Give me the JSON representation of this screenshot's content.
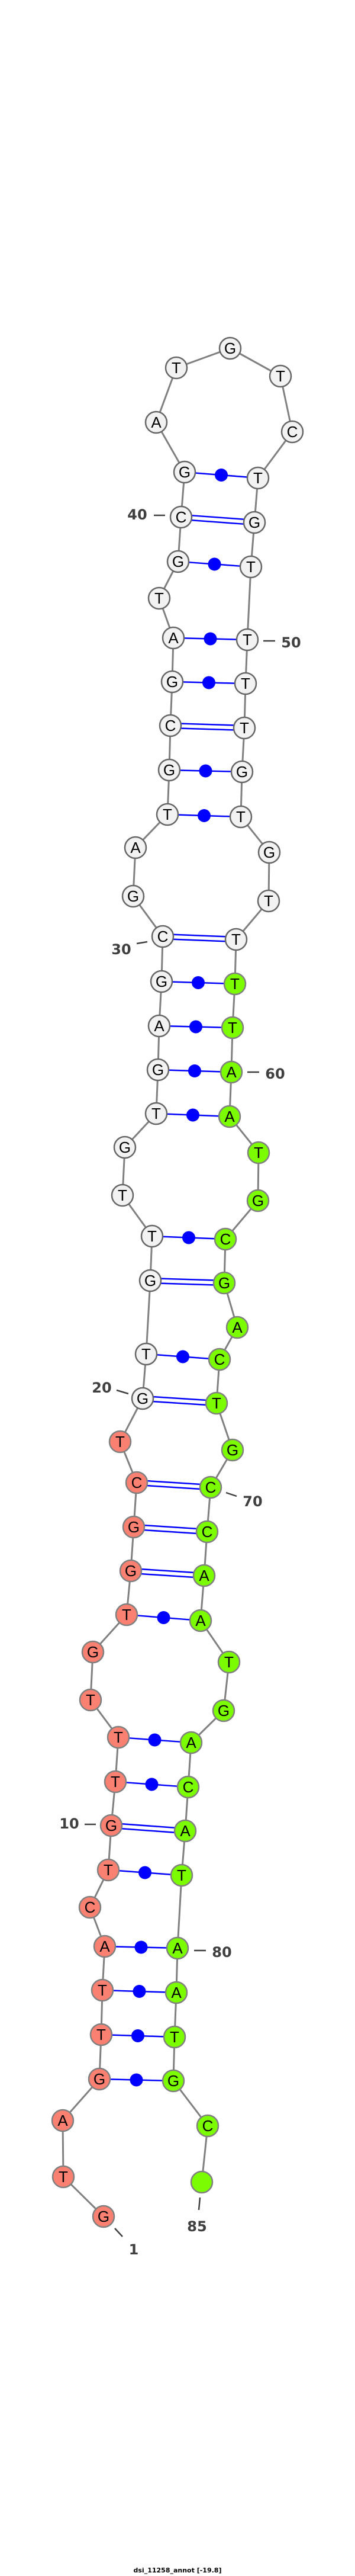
{
  "title": "dsi_11258_annot [-19.8]",
  "sequence": "GTAGTTACTGTTTGTGGCTGTGTTGTGAGCGATGCGATGCGATGTCTGTTTTGTGTTTTAATGCGACTGCCAATGACATAATGC",
  "regions": [
    {
      "from": 1,
      "to": 19,
      "fill": "#fa8072"
    },
    {
      "from": 20,
      "to": 57,
      "fill": "#f2f2f2"
    },
    {
      "from": 58,
      "to": 85,
      "fill": "#7cfc00"
    }
  ],
  "pairs": [
    [
      4,
      83,
      "dot"
    ],
    [
      5,
      82,
      "dot"
    ],
    [
      6,
      81,
      "dot"
    ],
    [
      7,
      80,
      "dot"
    ],
    [
      9,
      79,
      "dot"
    ],
    [
      10,
      78,
      "double"
    ],
    [
      11,
      77,
      "dot"
    ],
    [
      12,
      76,
      "dot"
    ],
    [
      15,
      73,
      "dot"
    ],
    [
      16,
      72,
      "double"
    ],
    [
      17,
      71,
      "double"
    ],
    [
      18,
      70,
      "double"
    ],
    [
      20,
      68,
      "double"
    ],
    [
      21,
      67,
      "dot"
    ],
    [
      22,
      65,
      "double"
    ],
    [
      23,
      64,
      "dot"
    ],
    [
      26,
      61,
      "dot"
    ],
    [
      27,
      60,
      "dot"
    ],
    [
      28,
      59,
      "dot"
    ],
    [
      29,
      58,
      "dot"
    ],
    [
      30,
      57,
      "double"
    ],
    [
      33,
      54,
      "dot"
    ],
    [
      34,
      53,
      "dot"
    ],
    [
      35,
      52,
      "double"
    ],
    [
      36,
      51,
      "dot"
    ],
    [
      37,
      50,
      "dot"
    ],
    [
      39,
      49,
      "dot"
    ],
    [
      40,
      48,
      "double"
    ],
    [
      41,
      47,
      "dot"
    ]
  ],
  "position_labels": [
    "1",
    "10",
    "20",
    "30",
    "40",
    "50",
    "60",
    "70",
    "80",
    "85"
  ],
  "colors": {
    "pair_line": "#0000ff",
    "backbone": "#808080",
    "label": "#404040"
  }
}
